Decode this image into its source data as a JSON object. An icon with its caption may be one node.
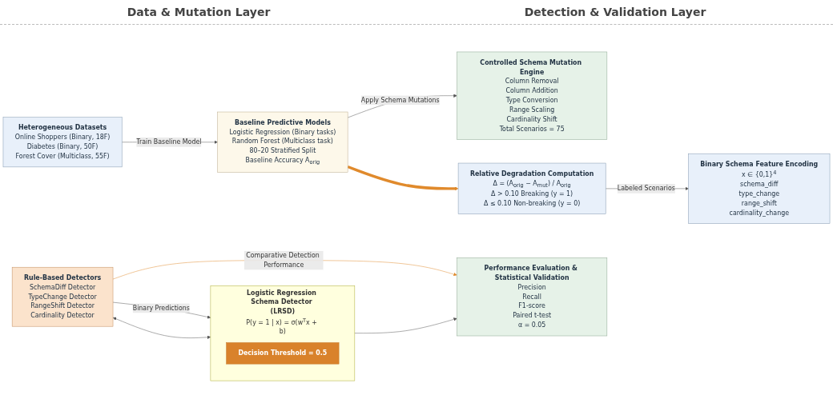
{
  "diagram": {
    "nodes": [
      {
        "text": [
          "Heterogeneous Datasets",
          "Online Shoppers (Binary, 18F)",
          "Diabetes (Binary, 50F)",
          "Forest Cover (Multiclass, 55F)"
        ]
      },
      {
        "text": [
          "Baseline Predictive Models",
          "Logistic Regression (Binary tasks)",
          "Random Forest (Multiclass task)",
          "80–20 Stratified Split",
          "Baseline Accuracy A$_{orig}$"
        ]
      },
      {
        "text": [
          "Controlled Schema Mutation Engine",
          "Column Removal",
          "Column Addition",
          "Type Conversion",
          "Range Scaling",
          "Cardinality Shift",
          "Total Scenarios = 75"
        ]
      },
      {
        "text": [
          "Relative Degradation Computation",
          "Δ = (A$_{orig}$ − A$_{mut}$) / A$_{orig}$",
          "Δ > 0.10 Breaking (y = 1)",
          "Δ ≤ 0.10 Non-breaking (y = 0)"
        ]
      },
      {
        "text": [
          "Binary Schema Feature Encoding",
          "x ∈ {0,1}$^{4}$",
          "schema_diff",
          "type_change",
          "range_shift",
          "cardinality_change"
        ]
      },
      {
        "text": [
          "Rule-Based Detectors",
          "SchemaDiff Detector",
          "TypeChange Detector",
          "RangeShift Detector",
          "Cardinality Detector"
        ]
      },
      {
        "text": [
          "Logistic Regression Schema Detector (LRSD)",
          "P(y = 1 | x) = σ(w$^{T}$x + b)"
        ]
      },
      {
        "text": [
          "Decision Threshold = 0.5"
        ],
        "in": 6
      },
      {
        "text": [
          "Performance Evaluation & Statistical Validation",
          "Precision",
          "Recall",
          "F1-score",
          "Paired t-test",
          "α = 0.05"
        ]
      }
    ],
    "edges": [
      {
        "from": 0,
        "to": 1,
        "arrow": "to",
        "label": "Train Baseline Model"
      },
      {
        "from": 1,
        "to": 2,
        "arrow": "to",
        "label": "Apply Schema Mutations"
      },
      {
        "from": 1,
        "to": 3,
        "arrow": "to",
        "style": "thick",
        "color": "#e08a2c"
      },
      {
        "from": 3,
        "to": 4,
        "arrow": "to",
        "label": "Labeled Scenarios"
      },
      {
        "from": 5,
        "to": 6,
        "arrow": "to",
        "label": "Binary Predictions"
      },
      {
        "from": 5,
        "to": 6,
        "arrow": "both"
      },
      {
        "from": 6,
        "to": 8,
        "arrow": "to"
      },
      {
        "from": 5,
        "to": 8,
        "arrow": "to",
        "label": "Comparative Detection Performance",
        "color": "#e08a2c"
      }
    ],
    "labels": [
      "Data & Mutation Layer",
      "Detection & Validation Layer"
    ]
  }
}
